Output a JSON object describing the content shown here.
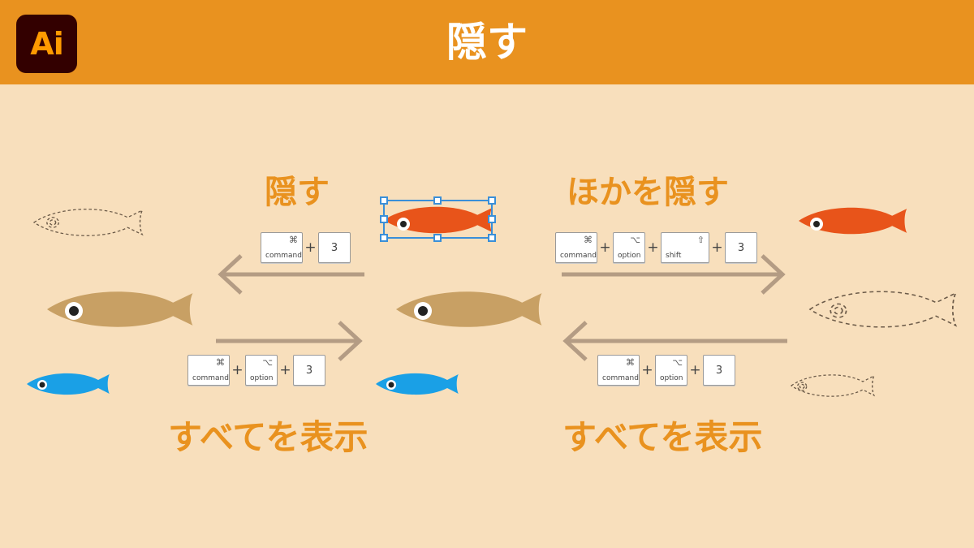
{
  "header": {
    "app_logo": "Ai",
    "title": "隠す"
  },
  "labels": {
    "hide": "隠す",
    "hide_others": "ほかを隠す",
    "show_all_left": "すべてを表示",
    "show_all_right": "すべてを表示"
  },
  "shortcuts": {
    "hide": [
      {
        "symbol": "⌘",
        "name": "command"
      },
      {
        "key": "3"
      }
    ],
    "hide_others": [
      {
        "symbol": "⌘",
        "name": "command"
      },
      {
        "symbol": "⌥",
        "name": "option"
      },
      {
        "symbol": "⇧",
        "name": "shift"
      },
      {
        "key": "3"
      }
    ],
    "show_all_left": [
      {
        "symbol": "⌘",
        "name": "command"
      },
      {
        "symbol": "⌥",
        "name": "option"
      },
      {
        "key": "3"
      }
    ],
    "show_all_right": [
      {
        "symbol": "⌘",
        "name": "command"
      },
      {
        "symbol": "⌥",
        "name": "option"
      },
      {
        "key": "3"
      }
    ],
    "plus": "+"
  },
  "colors": {
    "header": "#e9921f",
    "background": "#f8dfbc",
    "logo_bg": "#330000",
    "logo_text": "#ff9a00",
    "label_text": "#e9921f",
    "fish_tan": "#c8a064",
    "fish_orange": "#e8541a",
    "fish_blue": "#1aa0e6",
    "arrow": "#b49c84",
    "selection": "#3a8fd8"
  },
  "icons": [
    "ai-logo",
    "fish-icon",
    "arrow-left-icon",
    "arrow-right-icon"
  ]
}
